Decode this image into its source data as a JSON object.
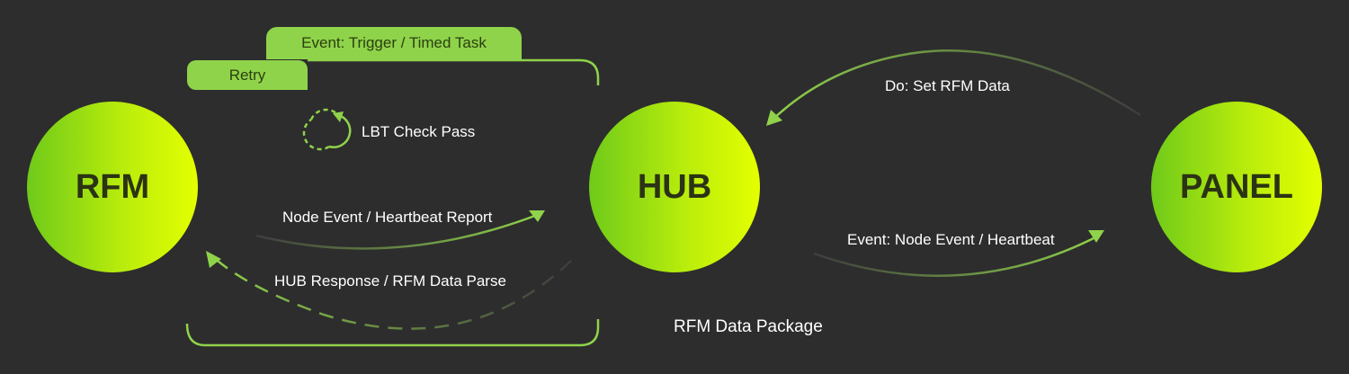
{
  "nodes": {
    "rfm": "RFM",
    "hub": "HUB",
    "panel": "PANEL"
  },
  "tabs": {
    "event_trigger": "Event: Trigger / Timed Task",
    "retry": "Retry"
  },
  "labels": {
    "lbt_check": "LBT Check Pass",
    "node_event_report": "Node Event / Heartbeat Report",
    "hub_response": "HUB Response / RFM Data Parse",
    "data_package": "RFM Data Package",
    "do_set_data": "Do: Set RFM Data",
    "event_node_heartbeat": "Event: Node Event / Heartbeat"
  },
  "icons": {
    "loop": "refresh-icon"
  },
  "colors": {
    "background": "#2d2d2d",
    "accent": "#8fd34a",
    "node_gradient_start": "#6fca1a",
    "node_gradient_end": "#e4ff00",
    "node_text": "#2b3314"
  }
}
